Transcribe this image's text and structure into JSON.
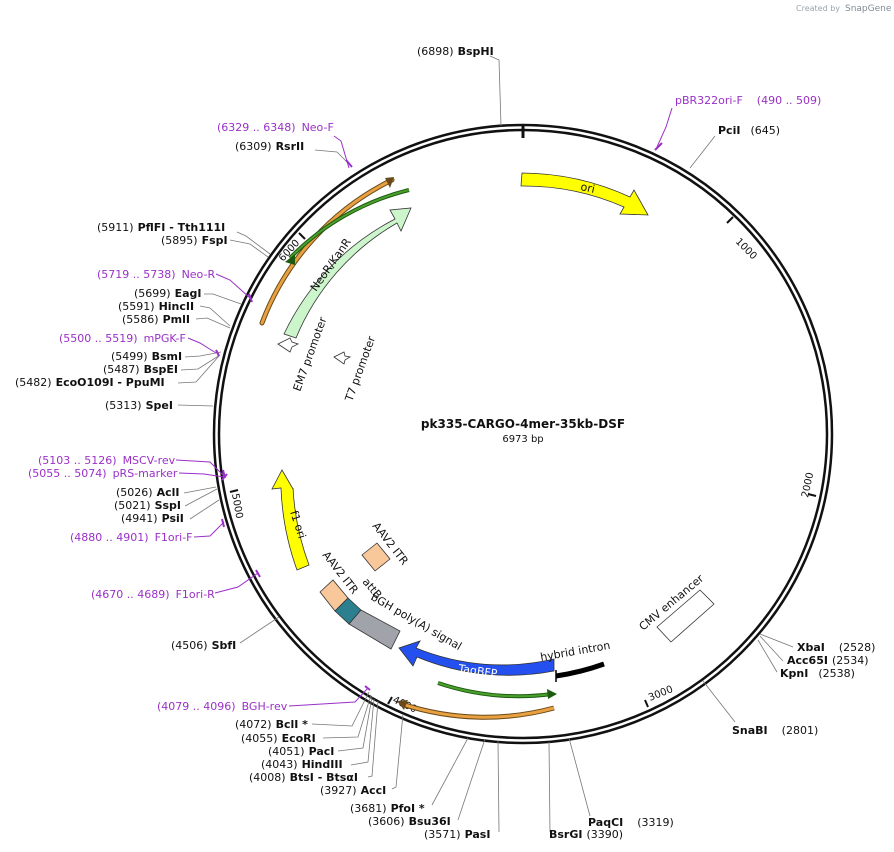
{
  "credit": {
    "created_by": "Created by",
    "brand": "SnapGene"
  },
  "plasmid": {
    "name": "pk335-CARGO-4mer-35kb-DSF",
    "length_label": "6973 bp"
  },
  "ticks": [
    "1000",
    "2000",
    "3000",
    "4000",
    "5000",
    "6000"
  ],
  "enzyme_labels": [
    {
      "pos": "(6898)",
      "name": "BspHI"
    },
    {
      "name": "PciI",
      "pos": "(645)"
    },
    {
      "pos": "(6309)",
      "name": "RsrII"
    },
    {
      "pos": "(5911)",
      "name": "PflFI - Tth111I"
    },
    {
      "pos": "(5895)",
      "name": "FspI"
    },
    {
      "pos": "(5699)",
      "name": "EagI"
    },
    {
      "pos": "(5591)",
      "name": "HincII"
    },
    {
      "pos": "(5586)",
      "name": "PmlI"
    },
    {
      "pos": "(5499)",
      "name": "BsmI"
    },
    {
      "pos": "(5487)",
      "name": "BspEI"
    },
    {
      "pos": "(5482)",
      "name": "EcoO109I - PpuMI"
    },
    {
      "pos": "(5313)",
      "name": "SpeI"
    },
    {
      "pos": "(5026)",
      "name": "AclI"
    },
    {
      "pos": "(5021)",
      "name": "SspI"
    },
    {
      "pos": "(4941)",
      "name": "PsiI"
    },
    {
      "pos": "(4506)",
      "name": "SbfI"
    },
    {
      "name": "XbaI",
      "pos": "(2528)"
    },
    {
      "name": "Acc65I",
      "pos": "(2534)"
    },
    {
      "name": "KpnI",
      "pos": "(2538)"
    },
    {
      "name": "SnaBI",
      "pos": "(2801)"
    },
    {
      "pos": "(4072)",
      "name": "BclI *"
    },
    {
      "pos": "(4055)",
      "name": "EcoRI"
    },
    {
      "pos": "(4051)",
      "name": "PacI"
    },
    {
      "pos": "(4043)",
      "name": "HindIII"
    },
    {
      "pos": "(4008)",
      "name": "BtsI - BtsαI"
    },
    {
      "pos": "(3927)",
      "name": "AccI"
    },
    {
      "pos": "(3681)",
      "name": "PfoI *"
    },
    {
      "pos": "(3606)",
      "name": "Bsu36I"
    },
    {
      "pos": "(3571)",
      "name": "PasI"
    },
    {
      "name": "BsrGI",
      "pos": "(3390)"
    },
    {
      "name": "PaqCI",
      "pos": "(3319)"
    }
  ],
  "primer_labels": [
    {
      "name": "pBR322ori-F",
      "range": "(490 .. 509)"
    },
    {
      "range": "(6329 .. 6348)",
      "name": "Neo-F"
    },
    {
      "range": "(5719 .. 5738)",
      "name": "Neo-R"
    },
    {
      "range": "(5500 .. 5519)",
      "name": "mPGK-F"
    },
    {
      "range": "(5103 .. 5126)",
      "name": "MSCV-rev"
    },
    {
      "range": "(5055 .. 5074)",
      "name": "pRS-marker"
    },
    {
      "range": "(4880 .. 4901)",
      "name": "F1ori-F"
    },
    {
      "range": "(4670 .. 4689)",
      "name": "F1ori-R"
    },
    {
      "range": "(4079 .. 4096)",
      "name": "BGH-rev"
    }
  ],
  "features": {
    "ori": "ori",
    "neo": "NeoR/KanR",
    "em7": "EM7 promoter",
    "t7": "T7 promoter",
    "f1": "f1 ori",
    "aav_a": "AAV2 ITR",
    "aav_b": "AAV2 ITR",
    "attb": "attB",
    "bgh": "bGH poly(A) signal",
    "tagbfp": "TagBFP",
    "intron": "hybrid intron",
    "cmv": "CMV enhancer"
  },
  "colors": {
    "ori": "#ffff00",
    "neo": "#ccf5cc",
    "f1": "#ffff00",
    "aav": "#f9c89a",
    "attb": "#2b7f8f",
    "bgh": "#a0a4aa",
    "tagbfp": "#2450f0",
    "intron": "#000000",
    "primer": "#9b30c8",
    "orf_orange": "#e8a040",
    "orf_green": "#4aa02c"
  }
}
